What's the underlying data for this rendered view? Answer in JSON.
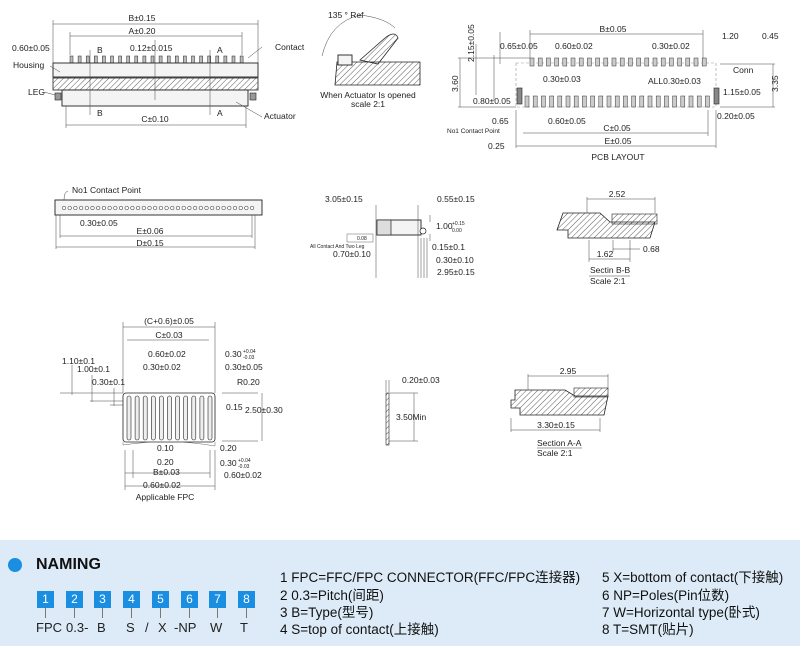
{
  "top_view": {
    "b_dim": "B±0.15",
    "a_dim": "A±0.20",
    "pitch_dim": "0.60±0.05",
    "contact_w": "0.12±0.015",
    "b_mark": "B",
    "a_mark": "A",
    "c_dim": "C±0.10",
    "contact": "Contact",
    "housing": "Housing",
    "leg": "LEG",
    "actuator": "Actuator"
  },
  "open_view": {
    "angle": "135 ° Ref",
    "caption": "When Actuator Is opened",
    "scale": "scale 2:1"
  },
  "pcb_layout": {
    "title": "PCB LAYOUT",
    "b_dim": "B±0.05",
    "d120": "1.20",
    "d045": "0.45",
    "d215": "2.15±0.05",
    "d065": "0.65±0.05",
    "d060": "0.60±0.02",
    "d030": "0.30±0.02",
    "conn": "Conn",
    "d360": "3.60",
    "d030b": "0.30±0.03",
    "all030": "ALL0.30±0.03",
    "d115": "1.15±0.05",
    "d335": "3.35",
    "d080": "0.80±0.05",
    "d065b": "0.65",
    "d060b": "0.60±0.05",
    "no1": "No1 Contact Point",
    "c_dim": "C±0.05",
    "d020": "0.20±0.05",
    "d025": "0.25",
    "e_dim": "E±0.05"
  },
  "bottom_view": {
    "no1": "No1 Contact Point",
    "pitch": "0.30±0.05",
    "e_dim": "E±0.06",
    "d_dim": "D±0.15"
  },
  "side_view": {
    "d305": "3.05±0.15",
    "d055": "0.55±0.15",
    "d100": "1.00",
    "tol_up": "+0.15",
    "tol_dn": "0.00",
    "flat": "0.08",
    "note": "All Contact And Two Leg",
    "d070": "0.70±0.10",
    "d015": "0.15±0.1",
    "d030": "0.30±0.10",
    "d295": "2.95±0.15"
  },
  "section_bb": {
    "d252": "2.52",
    "d068": "0.68",
    "d162": "1.62",
    "title": "Sectin B-B",
    "scale": "Scale 2:1"
  },
  "fpc": {
    "title": "Applicable FPC",
    "c06": "(C+0.6)±0.05",
    "c": "C±0.03",
    "d060a": "0.60±0.02",
    "d030tol": "0.30",
    "tol_up": "+0.04",
    "tol_dn": "-0.03",
    "d110": "1.10±0.1",
    "d100": "1.00±0.1",
    "d030a": "0.30±0.02",
    "d030b": "0.30±0.05",
    "d030c": "0.30±0.1",
    "r020": "R0.20",
    "d015": "0.15",
    "d250": "2.50±0.30",
    "d010": "0.10",
    "d020": "0.20",
    "d020b": "0.20",
    "d030tol2": "0.30",
    "b": "B±0.03",
    "d060b": "0.60±0.02",
    "d060c": "0.60±0.02"
  },
  "plate": {
    "thick": "0.20±0.03",
    "len": "3.50Min"
  },
  "section_aa": {
    "d295": "2.95",
    "d330": "3.30±0.15",
    "title": "Section A-A",
    "scale": "Scale 2:1"
  },
  "naming": {
    "title": "NAMING",
    "numbers": [
      "1",
      "2",
      "3",
      "4",
      "5",
      "6",
      "7",
      "8"
    ],
    "codes": [
      "FPC",
      "0.3-",
      "B",
      "S",
      "/",
      "X",
      "-NP",
      "W",
      "T"
    ],
    "descriptions": [
      "1 FPC=FFC/FPC CONNECTOR(FFC/FPC连接器)",
      "2 0.3=Pitch(间距)",
      "3 B=Type(型号)",
      "4 S=top of contact(上接触)",
      "5 X=bottom of contact(下接触)",
      "6 NP=Poles(Pin位数)",
      "7 W=Horizontal type(卧式)",
      "8 T=SMT(贴片)"
    ],
    "accent": "#1a8ee0"
  }
}
